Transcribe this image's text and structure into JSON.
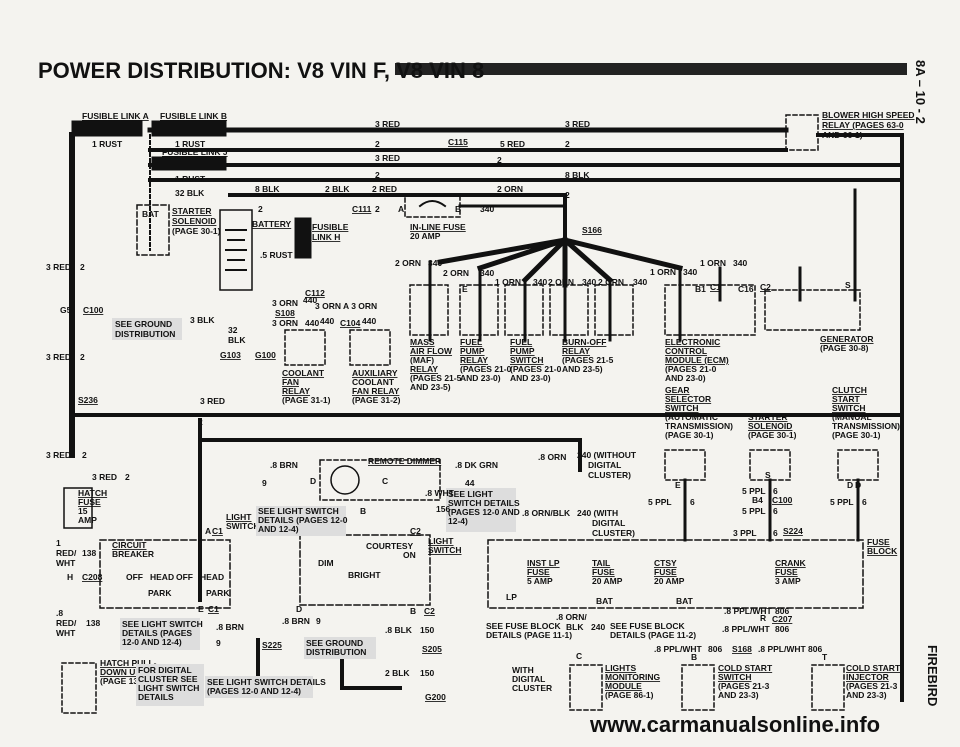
{
  "header": {
    "title": "POWER DISTRIBUTION: V8 VIN F, V8 VIN 8",
    "section_code": "8A – 10 - 2",
    "vehicle": "FIREBIRD",
    "watermark": "www.carmanualsonline.info"
  },
  "fusible_links": {
    "a": "FUSIBLE LINK A",
    "b": "FUSIBLE LINK B",
    "j": "FUSIBLE LINK J",
    "h1": "FUSIBLE",
    "h2": "LINK H",
    "rust1": "1 RUST",
    "rust2": "1 RUST",
    "rust3": "1 RUST"
  },
  "wires": {
    "w3red_a": "3 RED",
    "w3red_b": "3 RED",
    "w2": "2",
    "c115": "C115",
    "w5red": "5 RED",
    "w2b": "2",
    "w3red_c": "3 RED",
    "w2c": "2",
    "w2d": "2",
    "w8blk": "8 BLK",
    "w32blk": "32 BLK",
    "w8blk2": "8 BLK",
    "w2blk": "2 BLK",
    "w2red": "2 RED",
    "w2orn": "2 ORN",
    "w2e": "2",
    "w2f": "2",
    "c111": "C111",
    "w2g": "2",
    "w340": "340",
    "wa": "A",
    "wb": "B",
    "inline_fuse": "IN-LINE FUSE",
    "inline_amp": "20 AMP",
    "s166": "S166",
    "battery": "BATTERY",
    "rust5": ".5 RUST",
    "bat": "BAT",
    "w3red_l1": "3 RED",
    "w2l1": "2",
    "g5": "G5",
    "c100": "C100",
    "w3red_l2": "3 RED",
    "w2l2": "2",
    "s236": "S236",
    "w3red_l3": "3 RED",
    "w2l3": "2",
    "w3red_l4": "3 RED",
    "w2l4": "2",
    "c112": "C112",
    "w3orn": "3 ORN",
    "w440": "440",
    "w3orn_a": "3 ORN  A  3 ORN",
    "s108": "S108",
    "w3orn2": "3 ORN",
    "w440b": "440",
    "w440c": "440",
    "c104": "C104",
    "w440d": "440",
    "w3blk": "3 BLK",
    "w32": "32",
    "wblk": "BLK",
    "g103": "G103",
    "g100": "G100",
    "w3red_mid": "3 RED",
    "w2mid": "2",
    "w2orn_b": "2 ORN",
    "w340b": "340",
    "w2orn_c": "2 ORN",
    "w340c": "340",
    "w1orn": "1 ORN",
    "w340d": "340",
    "w2orn_d": "2 ORN",
    "w340e": "340",
    "w2orn_e": "2 ORN",
    "w340f": "340",
    "w1orn_b": "1 ORN",
    "w340g": "340",
    "w1orn_c": "1 ORN",
    "w340h": "340",
    "b1": "B1",
    "c1": "C1",
    "c16": "C16",
    "c2": "C2",
    "ws": "S",
    "we": "E"
  },
  "components": {
    "blower": [
      "BLOWER HIGH SPEED",
      "RELAY (PAGES 63-0",
      "AND 66-1)"
    ],
    "starter": [
      "STARTER",
      "SOLENOID",
      "(PAGE 30-1)"
    ],
    "see_ground": [
      "SEE GROUND",
      "DISTRIBUTION"
    ],
    "coolant_fan": [
      "COOLANT",
      "FAN",
      "RELAY",
      "(PAGE 31-1)"
    ],
    "aux_fan": [
      "AUXILIARY",
      "COOLANT",
      "FAN RELAY",
      "(PAGE 31-2)"
    ],
    "maf": [
      "MASS",
      "AIR FLOW",
      "(MAF)",
      "RELAY",
      "(PAGES 21-5",
      "AND 23-5)"
    ],
    "fuel_pump_relay": [
      "FUEL",
      "PUMP",
      "RELAY",
      "(PAGES 21-0",
      "AND 23-0)"
    ],
    "fuel_pump_switch": [
      "FUEL",
      "PUMP",
      "SWITCH",
      "(PAGES 21-0",
      "AND 23-0)"
    ],
    "burnoff": [
      "BURN-OFF",
      "RELAY",
      "(PAGES 21-5",
      "AND 23-5)"
    ],
    "ecm": [
      "ELECTRONIC",
      "CONTROL",
      "MODULE (ECM)",
      "(PAGES 21-0",
      "AND 23-0)"
    ],
    "generator": [
      "GENERATOR",
      "(PAGE 30-8)"
    ],
    "gear_selector": [
      "GEAR",
      "SELECTOR",
      "SWITCH",
      "(AUTOMATIC",
      "TRANSMISSION)",
      "(PAGE 30-1)"
    ],
    "starter_solenoid2": [
      "STARTER",
      "SOLENOID",
      "(PAGE 30-1)"
    ],
    "clutch_start": [
      "CLUTCH",
      "START",
      "SWITCH",
      "(MANUAL",
      "TRANSMISSION)",
      "(PAGE 30-1)"
    ],
    "hatch_fuse": [
      "HATCH",
      "FUSE",
      "15",
      "AMP"
    ],
    "circuit_breaker": [
      "CIRCUIT",
      "BREAKER"
    ],
    "light_switch_top": [
      "LIGHT",
      "SWITCH"
    ],
    "light_switch_mid": [
      "LIGHT",
      "SWITCH"
    ],
    "remote_dimmer": "REMOTE DIMMER",
    "see_light_switch_a": [
      "SEE LIGHT SWITCH",
      "DETAILS (PAGES 12-0",
      "AND 12-4)"
    ],
    "see_light_switch_b": [
      "SEE LIGHT",
      "SWITCH DETAILS",
      "(PAGES 12-0 AND",
      "12-4)"
    ],
    "see_light_switch_c": [
      "SEE LIGHT SWITCH",
      "DETAILS (PAGES",
      "12-0 AND 12-4)"
    ],
    "see_light_switch_d": [
      "SEE LIGHT SWITCH DETAILS",
      "(PAGES 12-0 AND 12-4)"
    ],
    "see_ground2": [
      "SEE GROUND",
      "DISTRIBUTION"
    ],
    "hatch_pulldown": [
      "HATCH PULL-",
      "DOWN UNIT",
      "(PAGE 135-0)"
    ],
    "for_digital": [
      "FOR DIGITAL",
      "CLUSTER SEE",
      "LIGHT SWITCH",
      "DETAILS"
    ],
    "fuse_block": [
      "FUSE",
      "BLOCK"
    ],
    "inst_lp": [
      "INST LP",
      "FUSE",
      "5 AMP"
    ],
    "tail": [
      "TAIL",
      "FUSE",
      "20 AMP"
    ],
    "ctsy": [
      "CTSY",
      "FUSE",
      "20 AMP"
    ],
    "crank": [
      "CRANK",
      "FUSE",
      "3 AMP"
    ],
    "see_fuse_block_a": [
      "SEE FUSE BLOCK",
      "DETAILS (PAGE 11-1)"
    ],
    "see_fuse_block_b": [
      "SEE FUSE BLOCK",
      "DETAILS (PAGE 11-2)"
    ],
    "with_digital": [
      "WITH",
      "DIGITAL",
      "CLUSTER"
    ],
    "lights_monitor": [
      "LIGHTS",
      "MONITORING",
      "MODULE",
      "(PAGE 86-1)"
    ],
    "cold_start_switch": [
      "COLD START",
      "SWITCH",
      "(PAGES 21-3",
      "AND 23-3)"
    ],
    "cold_start_injector": [
      "COLD START",
      "INJECTOR",
      "(PAGES 21-3",
      "AND 23-3)"
    ]
  },
  "lower_labels": {
    "l_08brn": ".8 BRN",
    "l_08dkgrn": ".8 DK GRN",
    "l_9": "9",
    "l_d": "D",
    "l_c": "C",
    "l_44": "44",
    "l_08wht": ".8 WHT",
    "l_156": "156",
    "l_b": "B",
    "l_08orn_a": ".8 ORN",
    "l_240_without": "240 (WITHOUT",
    "l_digital": "DIGITAL",
    "l_cluster": "CLUSTER)",
    "l_08ornblk": ".8 ORN/BLK",
    "l_240_with": "240 (WITH",
    "l_digital2": "DIGITAL",
    "l_cluster2": "CLUSTER)",
    "l_a": "A",
    "l_c1": "C1",
    "l_c2": "C2",
    "l_courtesy": "COURTESY",
    "l_on": "ON",
    "l_dim": "DIM",
    "l_bright": "BRIGHT",
    "l_1red": "1",
    "l_red": "RED/",
    "l_wht": "WHT",
    "l_138": "138",
    "l_h": "H",
    "l_c208": "C208",
    "l_off": "OFF",
    "l_head": "HEAD",
    "l_off2": "OFF",
    "l_head2": "HEAD",
    "l_park": "PARK",
    "l_park2": "PARK",
    "l_e": "E",
    "l_c1b": "C1",
    "l_d2": "D",
    "l_b2": "B",
    "l_c2b": "C2",
    "l_08": ".8",
    "l_red2": "RED/",
    "l_wht2": "WHT",
    "l_138b": "138",
    "l_08brn2": ".8 BRN",
    "l_08brn3": ".8 BRN",
    "l_9b": "9",
    "l_08blk": ".8 BLK",
    "l_150": "150",
    "l_9c": "9",
    "l_s225": "S225",
    "l_s205": "S205",
    "l_2blk": "2 BLK",
    "l_150b": "150",
    "l_g200": "G200",
    "l_lp": "LP",
    "l_bat": "BAT",
    "l_bat2": "BAT",
    "l_08orn_b": ".8 ORN/",
    "l_blk": "BLK",
    "l_240": "240",
    "l_08pplwht": ".8 PPL/WHT",
    "l_806": "806",
    "l_r": "R",
    "l_c207": "C207",
    "l_08pplwht2": ".8 PPL/WHT",
    "l_806b": "806",
    "l_08pplwht3": ".8 PPL/WHT",
    "l_806c": "806",
    "l_s168": "S168",
    "l_08pplwht4": ".8 PPL/WHT",
    "l_806d": "806",
    "l_3ppl": "3 PPL",
    "l_6": "6",
    "l_s224": "S224",
    "l_5ppl": "5 PPL",
    "l_6b": "6",
    "l_5ppl2": "5 PPL",
    "l_6c": "6",
    "l_b4": "B4",
    "l_c100b": "C100",
    "l_5ppl3": "5 PPL",
    "l_6d": "6",
    "l_5ppl4": "5 PPL",
    "l_6e": "6",
    "l_e2": "E",
    "l_s2": "S",
    "l_d3": "D",
    "l_b3": "B",
    "l_t": "T",
    "l_d4": "D"
  }
}
